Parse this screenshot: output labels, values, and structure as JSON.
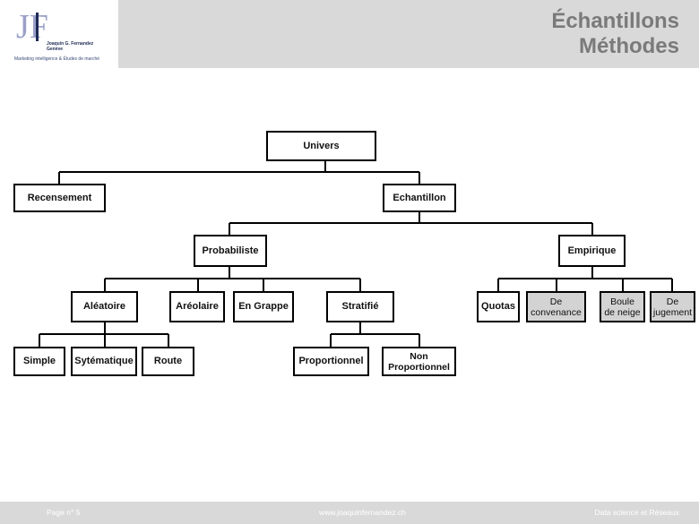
{
  "header": {
    "logo_letters": "JF",
    "logo_name_line1": "Joaquin G. Fernandez",
    "logo_name_line2": "Genève",
    "logo_tagline": "Marketing intelligence & Études de marché",
    "title_line1": "Échantillons",
    "title_line2": "Méthodes"
  },
  "diagram": {
    "univers": "Univers",
    "recensement": "Recensement",
    "echantillon": "Echantillon",
    "probabiliste": "Probabiliste",
    "empirique": "Empirique",
    "aleatoire": "Aléatoire",
    "areolaire": "Aréolaire",
    "en_grappe": "En Grappe",
    "stratifie": "Stratifié",
    "quotas": "Quotas",
    "de_convenance": [
      "De",
      "convenance"
    ],
    "boule_de_neige": [
      "Boule",
      "de neige"
    ],
    "de_jugement": [
      "De",
      "jugement"
    ],
    "simple": "Simple",
    "systematique": "Sytématique",
    "route": "Route",
    "proportionnel": "Proportionnel",
    "non_proportionnel": [
      "Non",
      "Proportionnel"
    ]
  },
  "colors": {
    "header_bg": "#d9d9d9",
    "title_text": "#7a7a7a",
    "gray_node": "#d3d3d3",
    "logo_blue": "#1e2a55"
  },
  "footer": {
    "page": "Page n° 5",
    "website": "www.joaquinfernandez.ch",
    "topic": "Data science et Réseaux"
  }
}
